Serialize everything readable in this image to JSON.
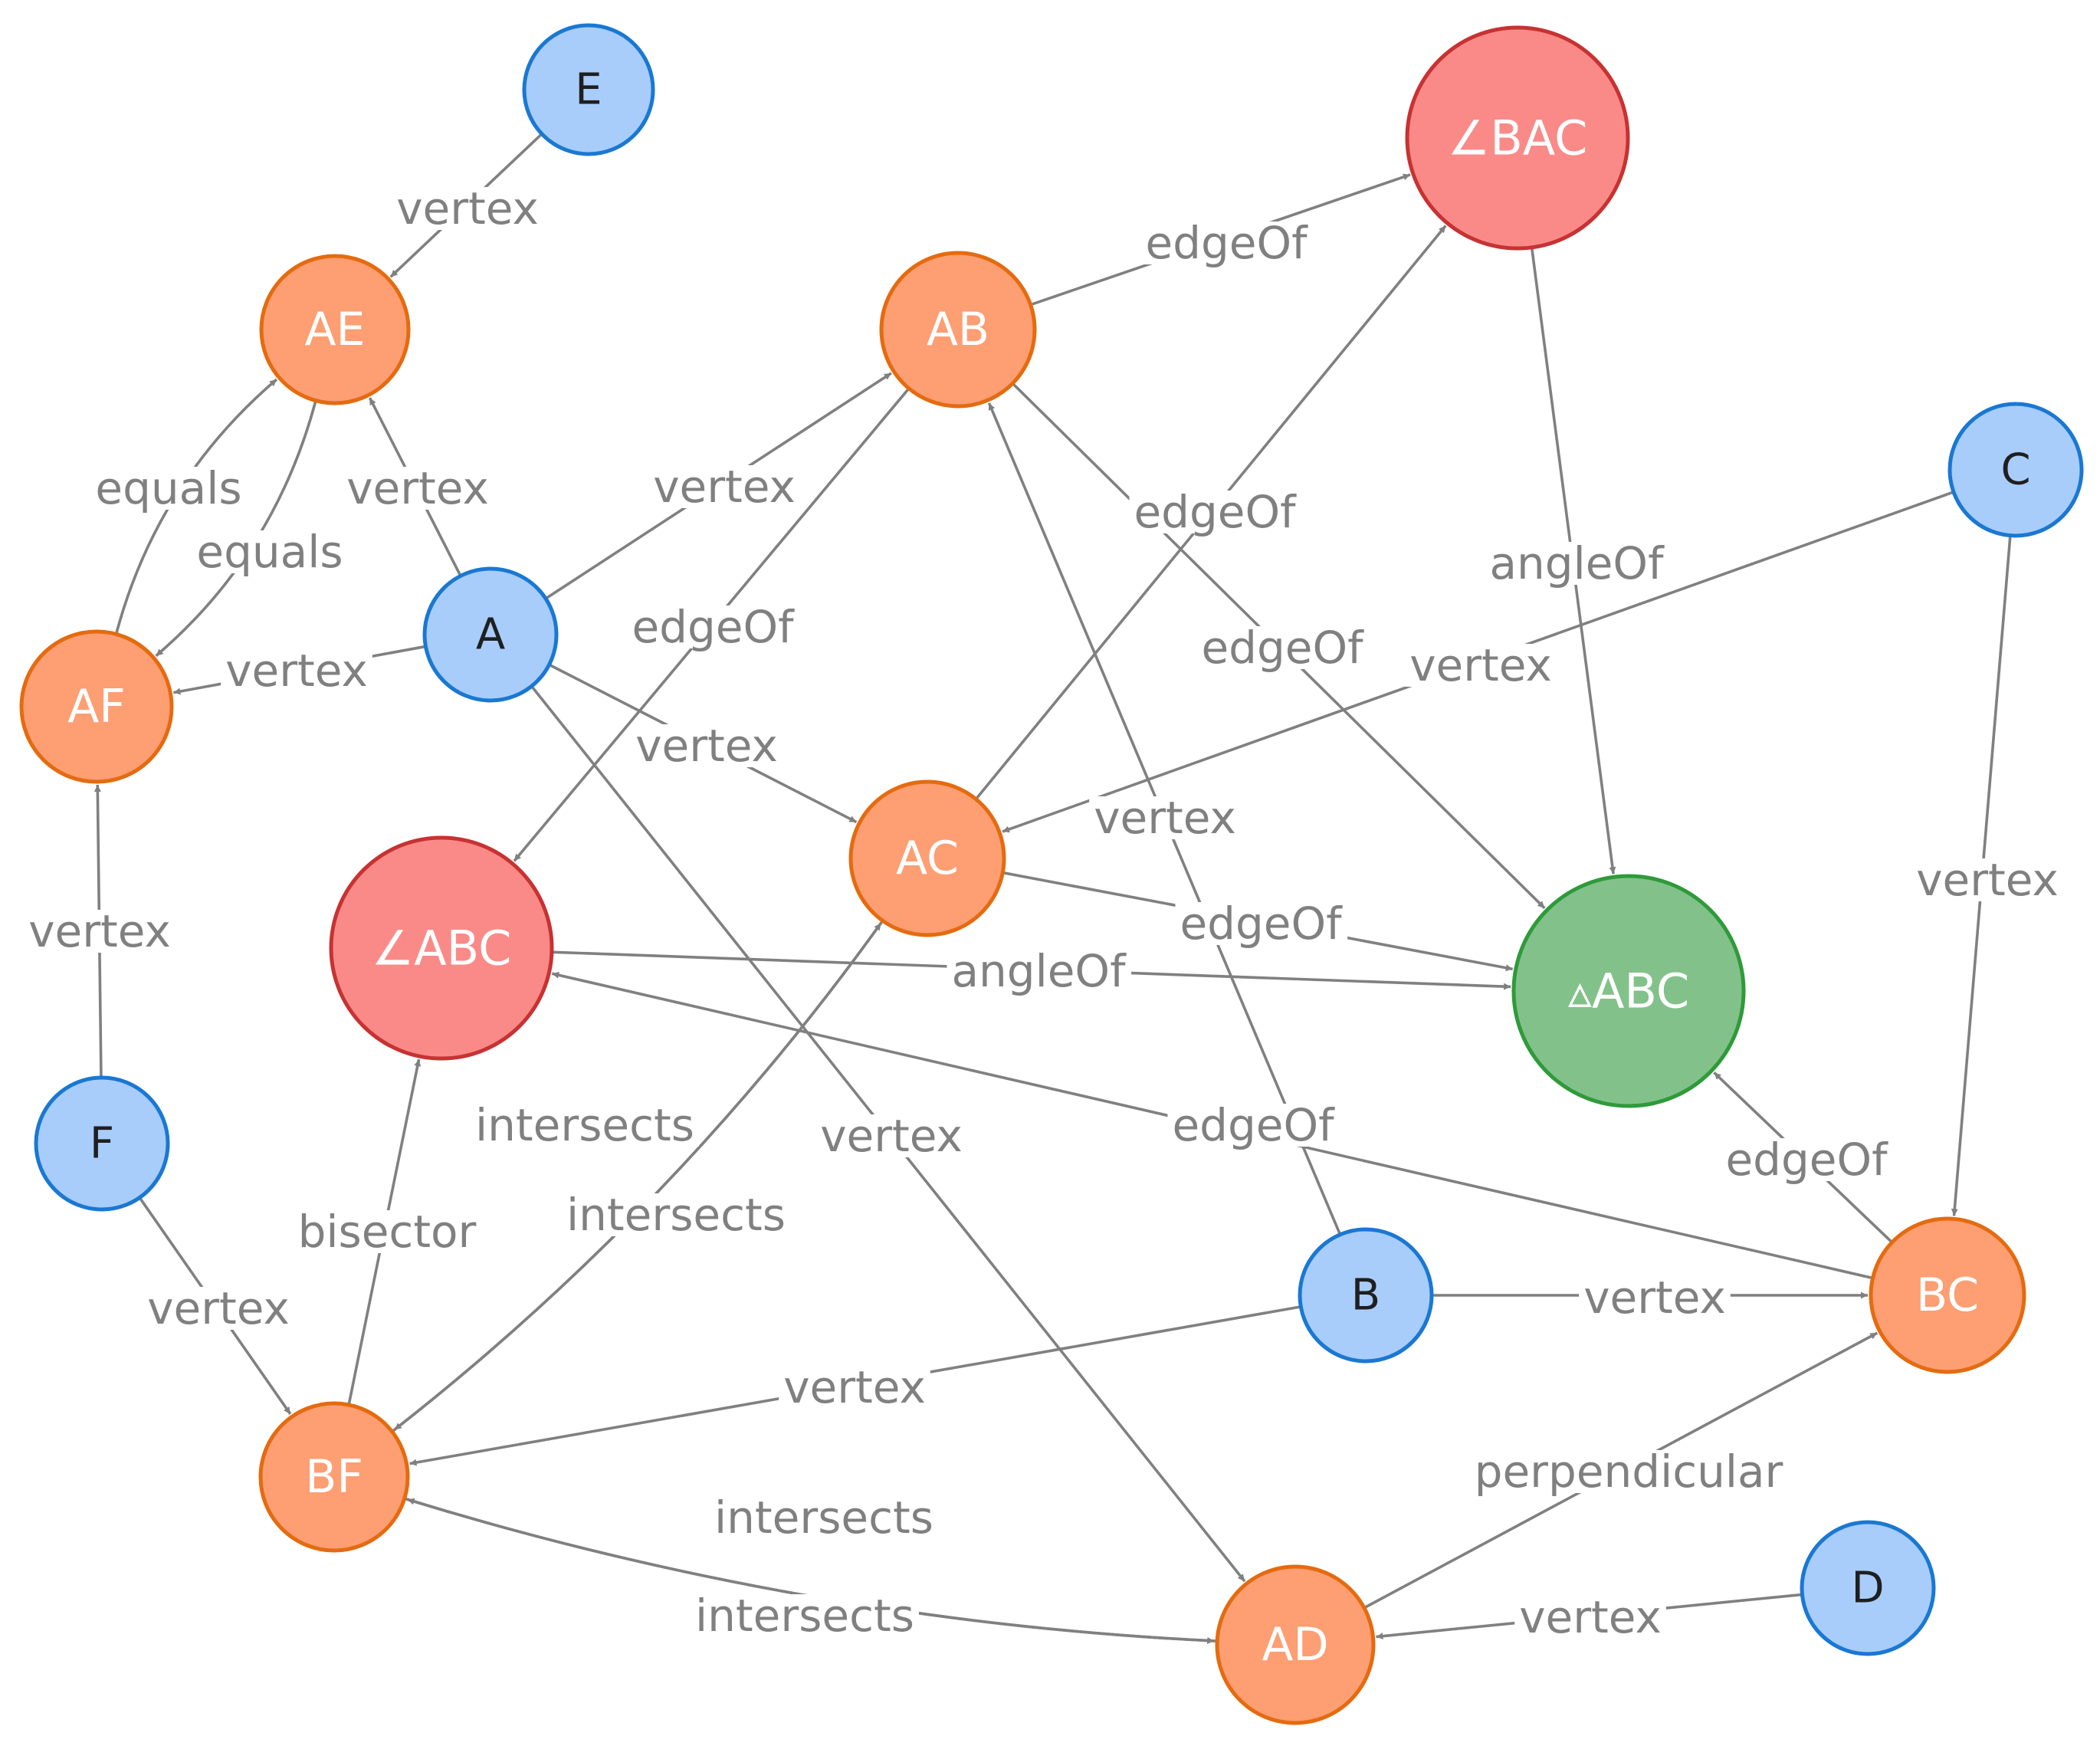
{
  "colors": {
    "point_fill": "#a8cdfb",
    "point_stroke": "#1a78d2",
    "segment_fill": "#fd9e73",
    "segment_stroke": "#e46b0f",
    "angle_fill": "#fa8a88",
    "angle_stroke": "#c73232",
    "triangle_fill": "#82c28a",
    "triangle_stroke": "#2f9a3a",
    "edge": "#808080",
    "edge_label": "#808080"
  },
  "nodes": [
    {
      "id": "E",
      "label": "E",
      "kind": "point"
    },
    {
      "id": "AE",
      "label": "AE",
      "kind": "segment"
    },
    {
      "id": "AB",
      "label": "AB",
      "kind": "segment"
    },
    {
      "id": "BAC",
      "label": "∠BAC",
      "kind": "angle"
    },
    {
      "id": "C",
      "label": "C",
      "kind": "point"
    },
    {
      "id": "A",
      "label": "A",
      "kind": "point"
    },
    {
      "id": "AF",
      "label": "AF",
      "kind": "segment"
    },
    {
      "id": "AC",
      "label": "AC",
      "kind": "segment"
    },
    {
      "id": "ABC",
      "label": "∠ABC",
      "kind": "angle"
    },
    {
      "id": "TRI",
      "label": "▵ABC",
      "kind": "triangle"
    },
    {
      "id": "F",
      "label": "F",
      "kind": "point"
    },
    {
      "id": "B",
      "label": "B",
      "kind": "point"
    },
    {
      "id": "BC",
      "label": "BC",
      "kind": "segment"
    },
    {
      "id": "BF",
      "label": "BF",
      "kind": "segment"
    },
    {
      "id": "AD",
      "label": "AD",
      "kind": "segment"
    },
    {
      "id": "D",
      "label": "D",
      "kind": "point"
    }
  ],
  "edges": [
    {
      "from": "E",
      "to": "AE",
      "label": "vertex"
    },
    {
      "from": "A",
      "to": "AE",
      "label": "vertex"
    },
    {
      "from": "AF",
      "to": "AE",
      "label": "equals"
    },
    {
      "from": "AE",
      "to": "AF",
      "label": "equals"
    },
    {
      "from": "A",
      "to": "AF",
      "label": "vertex"
    },
    {
      "from": "F",
      "to": "AF",
      "label": "vertex"
    },
    {
      "from": "A",
      "to": "AB",
      "label": "vertex"
    },
    {
      "from": "AB",
      "to": "BAC",
      "label": "edgeOf"
    },
    {
      "from": "AB",
      "to": "ABC",
      "label": "edgeOf"
    },
    {
      "from": "AC",
      "to": "BAC",
      "label": "edgeOf"
    },
    {
      "from": "AB",
      "to": "TRI",
      "label": "edgeOf"
    },
    {
      "from": "BAC",
      "to": "TRI",
      "label": "angleOf"
    },
    {
      "from": "C",
      "to": "AC",
      "label": "vertex"
    },
    {
      "from": "C",
      "to": "BC",
      "label": "vertex"
    },
    {
      "from": "A",
      "to": "AC",
      "label": "vertex"
    },
    {
      "from": "B",
      "to": "AB",
      "label": "vertex"
    },
    {
      "from": "AC",
      "to": "TRI",
      "label": "edgeOf"
    },
    {
      "from": "ABC",
      "to": "TRI",
      "label": "angleOf"
    },
    {
      "from": "BC",
      "to": "ABC",
      "label": "edgeOf"
    },
    {
      "from": "BC",
      "to": "TRI",
      "label": "edgeOf"
    },
    {
      "from": "A",
      "to": "AD",
      "label": "vertex"
    },
    {
      "from": "AC",
      "to": "BF",
      "label": "intersects"
    },
    {
      "from": "BF",
      "to": "AC",
      "label": "intersects"
    },
    {
      "from": "BF",
      "to": "ABC",
      "label": "bisector"
    },
    {
      "from": "F",
      "to": "BF",
      "label": "vertex"
    },
    {
      "from": "B",
      "to": "BC",
      "label": "vertex"
    },
    {
      "from": "B",
      "to": "BF",
      "label": "vertex"
    },
    {
      "from": "AD",
      "to": "BF",
      "label": "intersects"
    },
    {
      "from": "BF",
      "to": "AD",
      "label": "intersects"
    },
    {
      "from": "AD",
      "to": "BC",
      "label": "perpendicular"
    },
    {
      "from": "D",
      "to": "AD",
      "label": "vertex"
    }
  ]
}
